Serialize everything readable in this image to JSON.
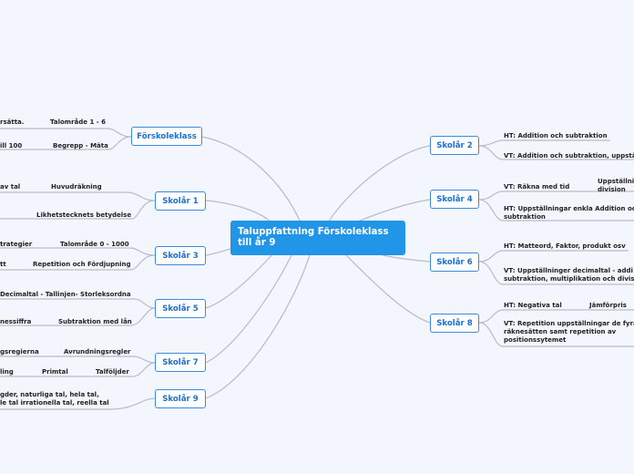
{
  "central": {
    "line1": "Taluppfattning Förskoleklass",
    "line2": "till år 9"
  },
  "left": [
    {
      "label": "Förskoleklass",
      "items": [
        "rsätta.",
        "Talområde 1 - 6",
        "ill 100",
        "Begrepp - Mäta"
      ]
    },
    {
      "label": "Skolår 1",
      "items": [
        "av tal",
        "Huvudräkning",
        "Likhetstecknets betydelse"
      ]
    },
    {
      "label": "Skolår 3",
      "items": [
        "trategier",
        "Talområde 0 - 1000",
        "tt",
        "Repetition och Fördjupning"
      ]
    },
    {
      "label": "Skolår 5",
      "items": [
        "Decimaltal - Tallinjen- Storleksordna",
        "nessiffra",
        "Subtraktion med lån"
      ]
    },
    {
      "label": "Skolår 7",
      "items": [
        "gsregierna",
        "Avrundningsregler",
        "ling",
        "Primtal",
        "Talföljder"
      ]
    },
    {
      "label": "Skolår 9",
      "items": [
        "gder, naturliga tal, hela tal,",
        "le tal irrationella tal, reella tal"
      ]
    }
  ],
  "right": [
    {
      "label": "Skolår 2",
      "items": [
        "HT: Addition och subtraktion",
        "VT: Addition och subtraktion, uppstä"
      ]
    },
    {
      "label": "Skolår 4",
      "items": [
        "VT: Räkna med tid",
        "Uppställni",
        "division",
        "HT: Uppställningar enkla Addition oc",
        "subtraktion"
      ]
    },
    {
      "label": "Skolår 6",
      "items": [
        "HT: Matteord, Faktor, produkt osv",
        "VT: Uppställninger  decimaltal - addi",
        "subtraktion, multiplikation och divis"
      ]
    },
    {
      "label": "Skolår 8",
      "items": [
        "HT: Negativa tal",
        "Jämförpris",
        "VT: Repetition uppställningar de fyra",
        "räknesätten samt repetition av",
        "positionssytemet"
      ]
    }
  ]
}
